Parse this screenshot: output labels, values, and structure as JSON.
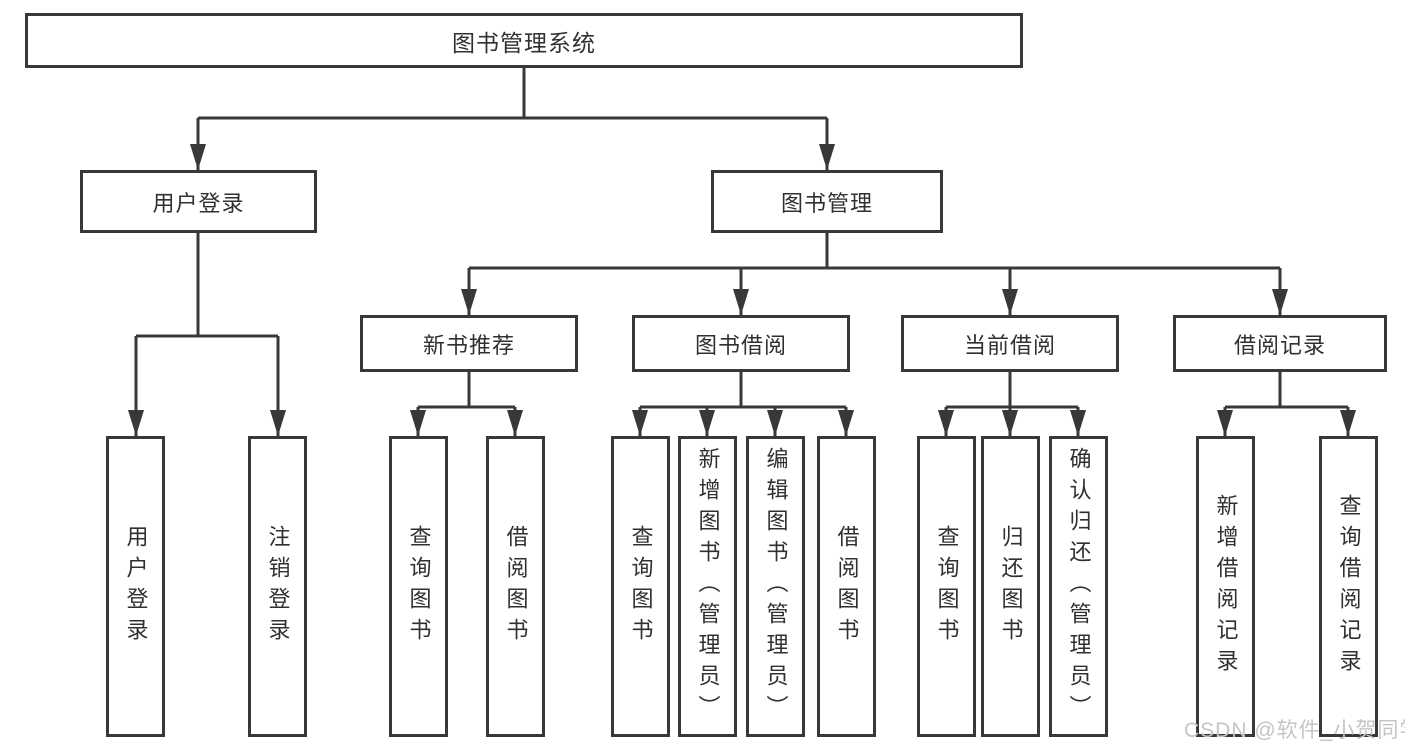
{
  "colors": {
    "line": "#383838",
    "text": "#303030",
    "box_bg": "#ffffff",
    "watermark": "#c5c5c5"
  },
  "root": {
    "label": "图书管理系统"
  },
  "branches": [
    {
      "label": "用户登录",
      "children": [
        {
          "label": "用户登录"
        },
        {
          "label": "注销登录"
        }
      ]
    },
    {
      "label": "图书管理",
      "groups": [
        {
          "label": "新书推荐",
          "children": [
            {
              "label": "查询图书"
            },
            {
              "label": "借阅图书"
            }
          ]
        },
        {
          "label": "图书借阅",
          "children": [
            {
              "label": "查询图书"
            },
            {
              "label": "新增图书（管理员）"
            },
            {
              "label": "编辑图书（管理员）"
            },
            {
              "label": "借阅图书"
            }
          ]
        },
        {
          "label": "当前借阅",
          "children": [
            {
              "label": "查询图书"
            },
            {
              "label": "归还图书"
            },
            {
              "label": "确认归还（管理员）"
            }
          ]
        },
        {
          "label": "借阅记录",
          "children": [
            {
              "label": "新增借阅记录"
            },
            {
              "label": "查询借阅记录"
            }
          ]
        }
      ]
    }
  ],
  "watermark": {
    "text": "CSDN @软件_小贺同学"
  }
}
